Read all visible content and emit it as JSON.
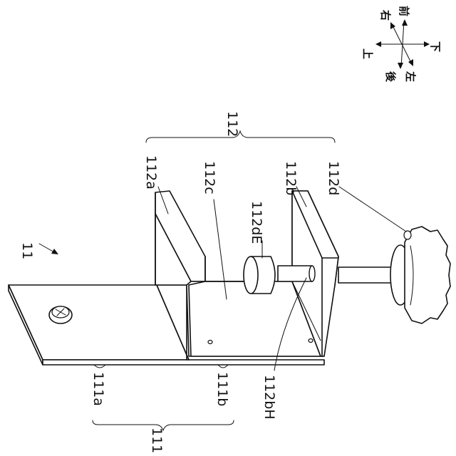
{
  "labels": {
    "device": "11",
    "holder": "111",
    "holder_plate_a": "111a",
    "holder_plate_b": "111b",
    "clamp": "112",
    "clamp_arm_a": "112a",
    "clamp_arm_b": "112b",
    "clamp_base": "112c",
    "knob": "112d",
    "knob_end": "112dE",
    "screw_hole": "112bH"
  },
  "directions": {
    "up": "上",
    "down": "下",
    "right": "右",
    "left": "左",
    "front": "前",
    "back": "後"
  }
}
